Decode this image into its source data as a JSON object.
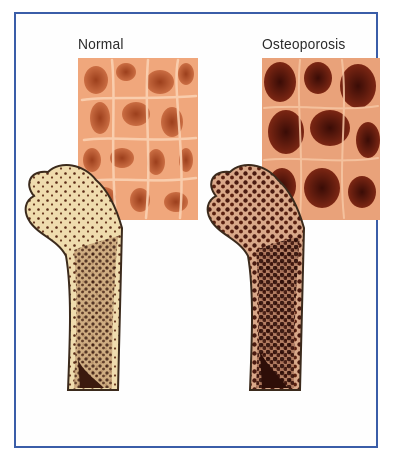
{
  "labels": {
    "normal": "Normal",
    "osteoporosis": "Osteoporosis"
  },
  "colors": {
    "frame_border": "#3a5da8",
    "bone_outline": "#3b2a1c",
    "normal_trabecular": "#f2a97f",
    "normal_pore": "#b5532b",
    "osteo_trabecular": "#e9a27a",
    "osteo_pore": "#5a160d",
    "femur_fill": "#efdcae",
    "osteo_femur_fill": "#d9a889",
    "marrow_dot": "#5a2b16"
  },
  "icons": {
    "normal_femur": "normal-femur-bone",
    "osteo_femur": "osteoporosis-femur-bone",
    "normal_closeup": "normal-trabecular-closeup",
    "osteo_closeup": "osteoporotic-trabecular-closeup"
  }
}
